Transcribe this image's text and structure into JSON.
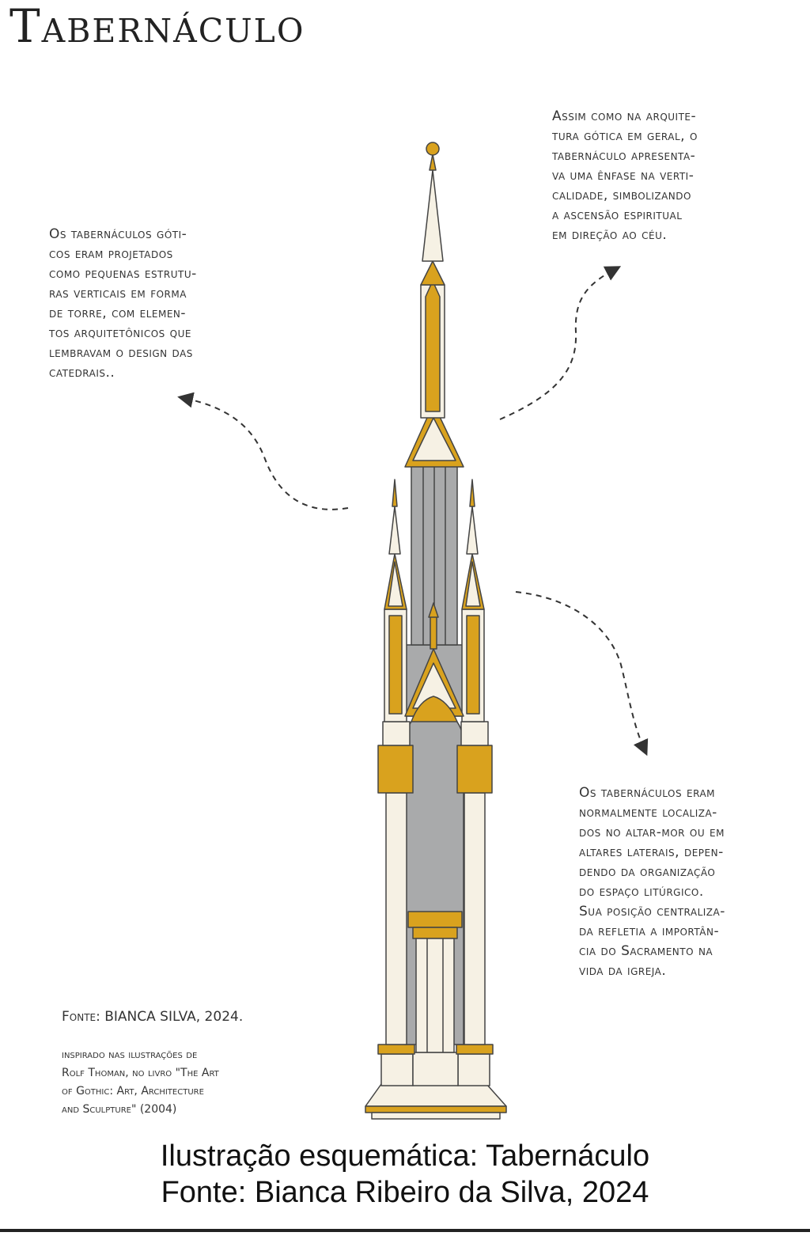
{
  "title": "Tabernáculo",
  "annotations": {
    "left": "Os tabernáculos góti-\ncos eram projetados\ncomo pequenas estrutu-\nras verticais em forma\nde torre, com elemen-\ntos arquitetônicos que\nlembravam o design das\ncatedrais..",
    "top_right": "Assim como na arquite-\ntura gótica em geral, o\ntabernáculo apresenta-\nva uma ênfase na verti-\ncalidade, simbolizando\na ascensão espiritual\nem direção ao céu.",
    "bottom_right": "Os tabernáculos eram\nnormalmente localiza-\ndos no altar-mor ou em\naltares laterais, depen-\ndendo da organização\ndo espaço litúrgico.\nSua posição centraliza-\nda refletia a importân-\ncia do Sacramento na\nvida da igreja."
  },
  "credits": {
    "source": "Fonte: BIANCA SILVA, 2024.",
    "inspired": "inspirado nas  ilustrações de\nRolf Thoman, no livro \"The Art\nof Gothic: Art, Architecture\nand Sculpture\" (2004)"
  },
  "caption": {
    "line1": "Ilustração esquemática: Tabernáculo",
    "line2": "Fonte: Bianca Ribeiro da Silva, 2024"
  },
  "colors": {
    "gold": "#d9a21e",
    "cream": "#f6f1e4",
    "grey": "#a9aaab",
    "outline": "#444444"
  }
}
